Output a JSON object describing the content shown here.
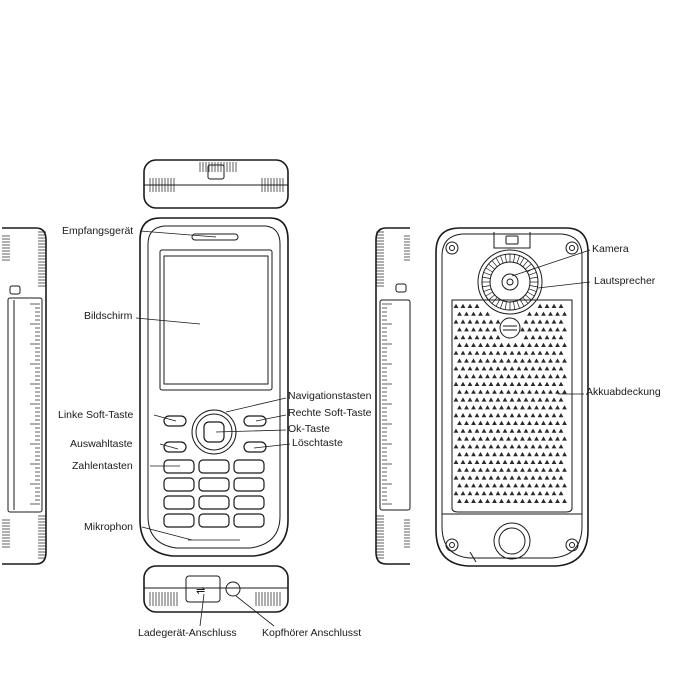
{
  "labels": {
    "receiver": "Empfangsgerät",
    "screen": "Bildschirm",
    "nav_keys": "Navigationstasten",
    "left_soft": "Linke Soft-Taste",
    "right_soft": "Rechte Soft-Taste",
    "ok_key": "Ok-Taste",
    "select_key": "Auswahltaste",
    "clear_key": "Löschtaste",
    "number_keys": "Zahlentasten",
    "microphone": "Mikrophon",
    "charger_port": "Ladegerät-Anschluss",
    "headphone_port": "Kopfhörer Anschlusst",
    "camera": "Kamera",
    "speaker": "Lautsprecher",
    "battery_cover": "Akkuabdeckung"
  }
}
